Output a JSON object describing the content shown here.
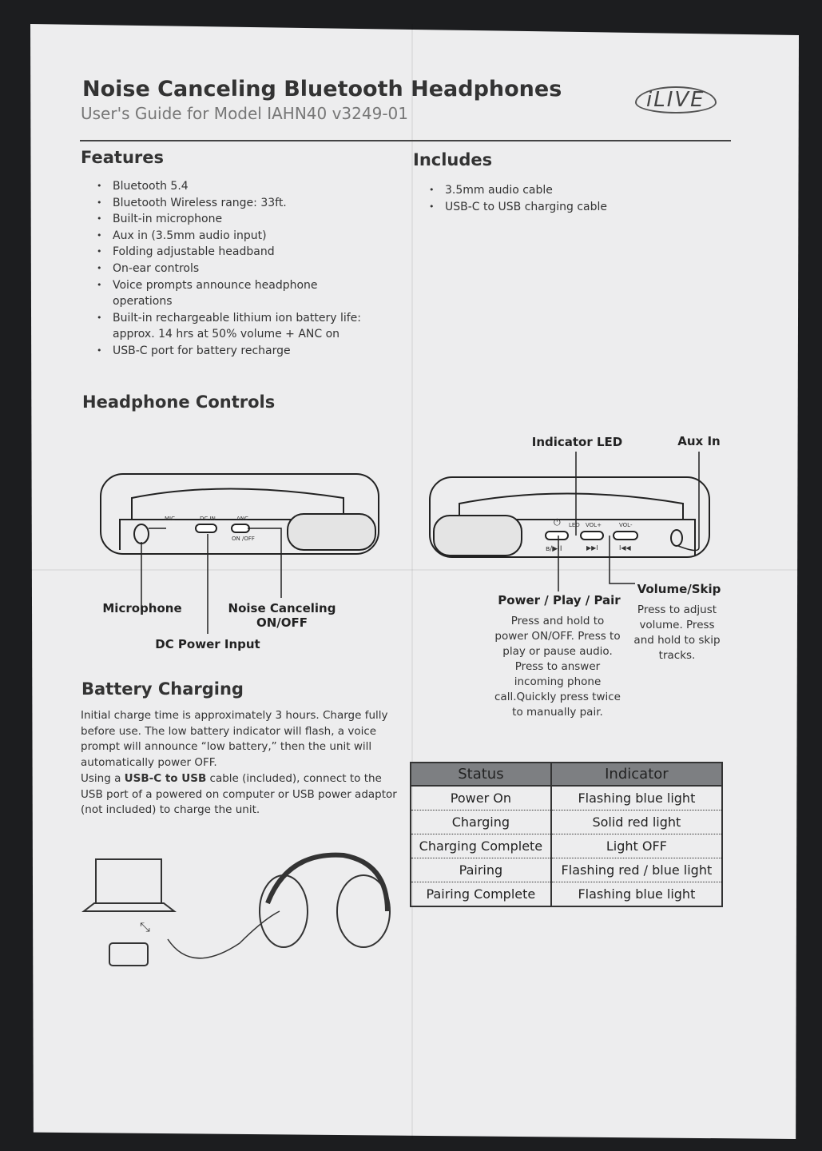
{
  "header": {
    "title": "Noise Canceling Bluetooth Headphones",
    "subtitle": "User's Guide for Model IAHN40 v3249-01",
    "logo": "iLIVE"
  },
  "features": {
    "heading": "Features",
    "items": [
      "Bluetooth 5.4",
      "Bluetooth Wireless range: 33ft.",
      "Built-in microphone",
      "Aux in (3.5mm audio input)",
      "Folding adjustable headband",
      "On-ear controls",
      "Voice prompts announce headphone operations",
      "Built-in rechargeable lithium ion battery life: approx. 14 hrs at 50% volume + ANC on",
      "USB-C port for battery recharge"
    ]
  },
  "includes": {
    "heading": "Includes",
    "items": [
      "3.5mm audio cable",
      "USB-C to USB charging cable"
    ]
  },
  "controls": {
    "heading": "Headphone Controls",
    "left_diagram": {
      "mic": "MIC",
      "dc_in": "DC IN",
      "anc": "ANC",
      "anc_sub": "ON /OFF"
    },
    "right_diagram": {
      "led": "LED",
      "vol_plus": "VOL+",
      "vol_minus": "VOL-"
    },
    "labels": {
      "microphone": "Microphone",
      "dc_power": "DC Power Input",
      "noise_canceling": "Noise Canceling ON/OFF",
      "indicator_led": "Indicator LED",
      "aux_in": "Aux In",
      "power": "Power / Play / Pair",
      "volume": "Volume/Skip"
    },
    "power_desc": "Press and hold to power ON/OFF. Press to play or pause audio. Press to answer incoming phone call.Quickly press twice to manually pair.",
    "volume_desc": "Press to adjust volume. Press and hold to skip tracks."
  },
  "battery": {
    "heading": "Battery Charging",
    "para1": "Initial charge time is approximately 3 hours. Charge fully before use. The low battery indicator will flash, a voice prompt will announce “low battery,” then the unit will automatically power OFF.",
    "para2_pre": "Using a ",
    "para2_bold": "USB-C to USB",
    "para2_post": " cable (included), connect to the USB port of a powered on computer or USB power adaptor (not included) to charge the unit."
  },
  "status_table": {
    "headers": [
      "Status",
      "Indicator"
    ],
    "rows": [
      [
        "Power On",
        "Flashing blue light"
      ],
      [
        "Charging",
        "Solid red light"
      ],
      [
        "Charging Complete",
        "Light OFF"
      ],
      [
        "Pairing",
        "Flashing red / blue light"
      ],
      [
        "Pairing Complete",
        "Flashing blue light"
      ]
    ]
  }
}
